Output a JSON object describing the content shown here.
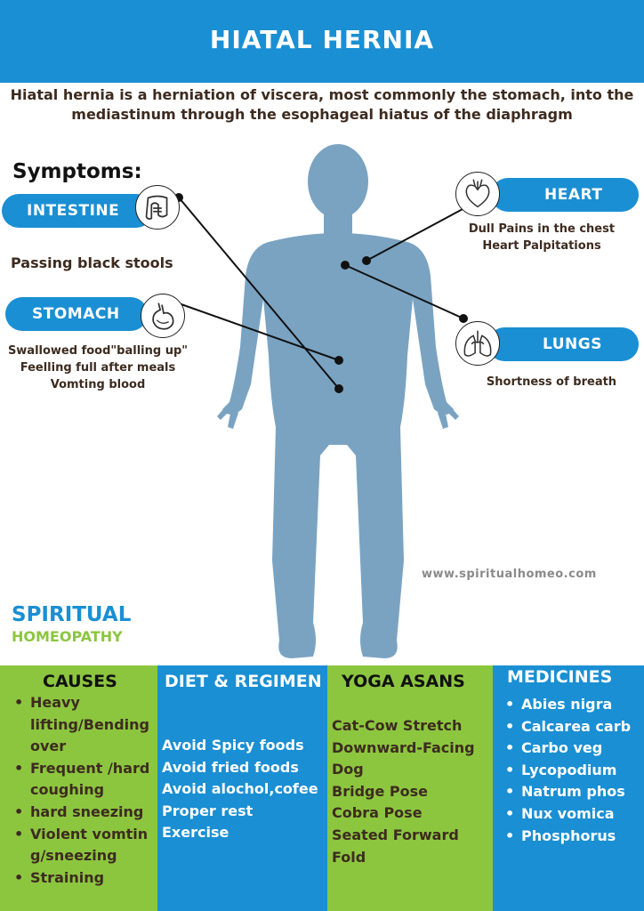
{
  "header": {
    "title": "HIATAL HERNIA"
  },
  "intro": {
    "line1": "Hiatal hernia is a herniation of viscera, most commonly the stomach, into the",
    "line2": "mediastinum through the esophageal hiatus of the diaphragm"
  },
  "symptoms": {
    "title": "Symptoms:",
    "intestine": {
      "label": "INTESTINE",
      "icon": "intestine-icon",
      "notes": [
        "Passing black stools"
      ]
    },
    "stomach": {
      "label": "STOMACH",
      "icon": "stomach-icon",
      "notes": [
        "Swallowed food\"balling up\"",
        "Feelling full after meals",
        "Vomting blood"
      ]
    },
    "heart": {
      "label": "HEART",
      "icon": "heart-icon",
      "notes": [
        "Dull Pains in the chest",
        "Heart  Palpitations"
      ]
    },
    "lungs": {
      "label": "LUNGS",
      "icon": "lungs-icon",
      "notes": [
        "Shortness of breath"
      ]
    }
  },
  "website": "www.spiritualhomeo.com",
  "brand": {
    "line1": "SPIRITUAL",
    "line2": "HOMEOPATHY"
  },
  "columns": {
    "causes": {
      "title": "CAUSES",
      "items": [
        "Heavy lifting/Bending over",
        "Frequent /hard coughing",
        "hard sneezing",
        "Violent vomting/sneezing",
        "Straining"
      ]
    },
    "diet": {
      "title": "DIET & REGIMEN",
      "items": [
        "Avoid Spicy foods",
        "Avoid fried foods",
        "Avoid alochol,cofee",
        "Proper rest",
        "Exercise"
      ]
    },
    "yoga": {
      "title": "YOGA ASANS",
      "items": [
        "Cat-Cow Stretch",
        "Downward-Facing Dog",
        "Bridge Pose",
        "Cobra Pose",
        "Seated Forward Fold"
      ]
    },
    "medicines": {
      "title": "MEDICINES",
      "items": [
        "Abies nigra",
        "Calcarea carb",
        "Carbo veg",
        "Lycopodium",
        "Natrum phos",
        "Nux vomica",
        "Phosphorus"
      ]
    }
  },
  "colors": {
    "blue": "#1a8fd3",
    "green": "#8cc63f",
    "body": "#7aa3c2",
    "text": "#3d2b1f"
  }
}
